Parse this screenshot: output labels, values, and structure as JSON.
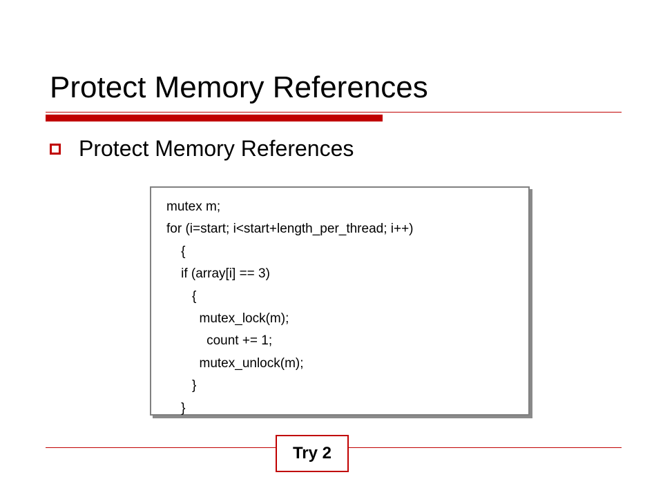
{
  "slide": {
    "title": "Protect Memory References",
    "bullet": "Protect Memory References",
    "code_lines": [
      "mutex m;",
      "for (i=start; i<start+length_per_thread; i++)",
      "    {",
      "    if (array[i] == 3)",
      "       {",
      "         mutex_lock(m);",
      "           count += 1;",
      "         mutex_unlock(m);",
      "       }",
      "    }"
    ],
    "badge": "Try 2"
  },
  "colors": {
    "accent": "#c00000",
    "text": "#000000",
    "background": "#ffffff",
    "shadow": "#8a8a8a"
  }
}
